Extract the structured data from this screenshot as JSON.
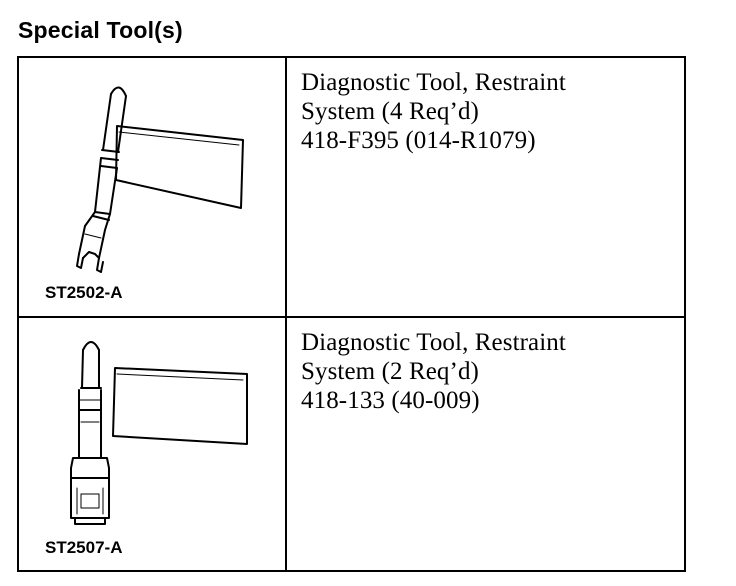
{
  "title": "Special Tool(s)",
  "tools": [
    {
      "code": "ST2502-A",
      "description": [
        "Diagnostic Tool, Restraint",
        "System (4 Req’d)",
        "418-F395 (014-R1079)"
      ],
      "illustration": "diagnostic-tool-fork-connector"
    },
    {
      "code": "ST2507-A",
      "description": [
        "Diagnostic Tool, Restraint",
        "System (2 Req’d)",
        "418-133 (40-009)"
      ],
      "illustration": "diagnostic-tool-plug-connector"
    }
  ]
}
